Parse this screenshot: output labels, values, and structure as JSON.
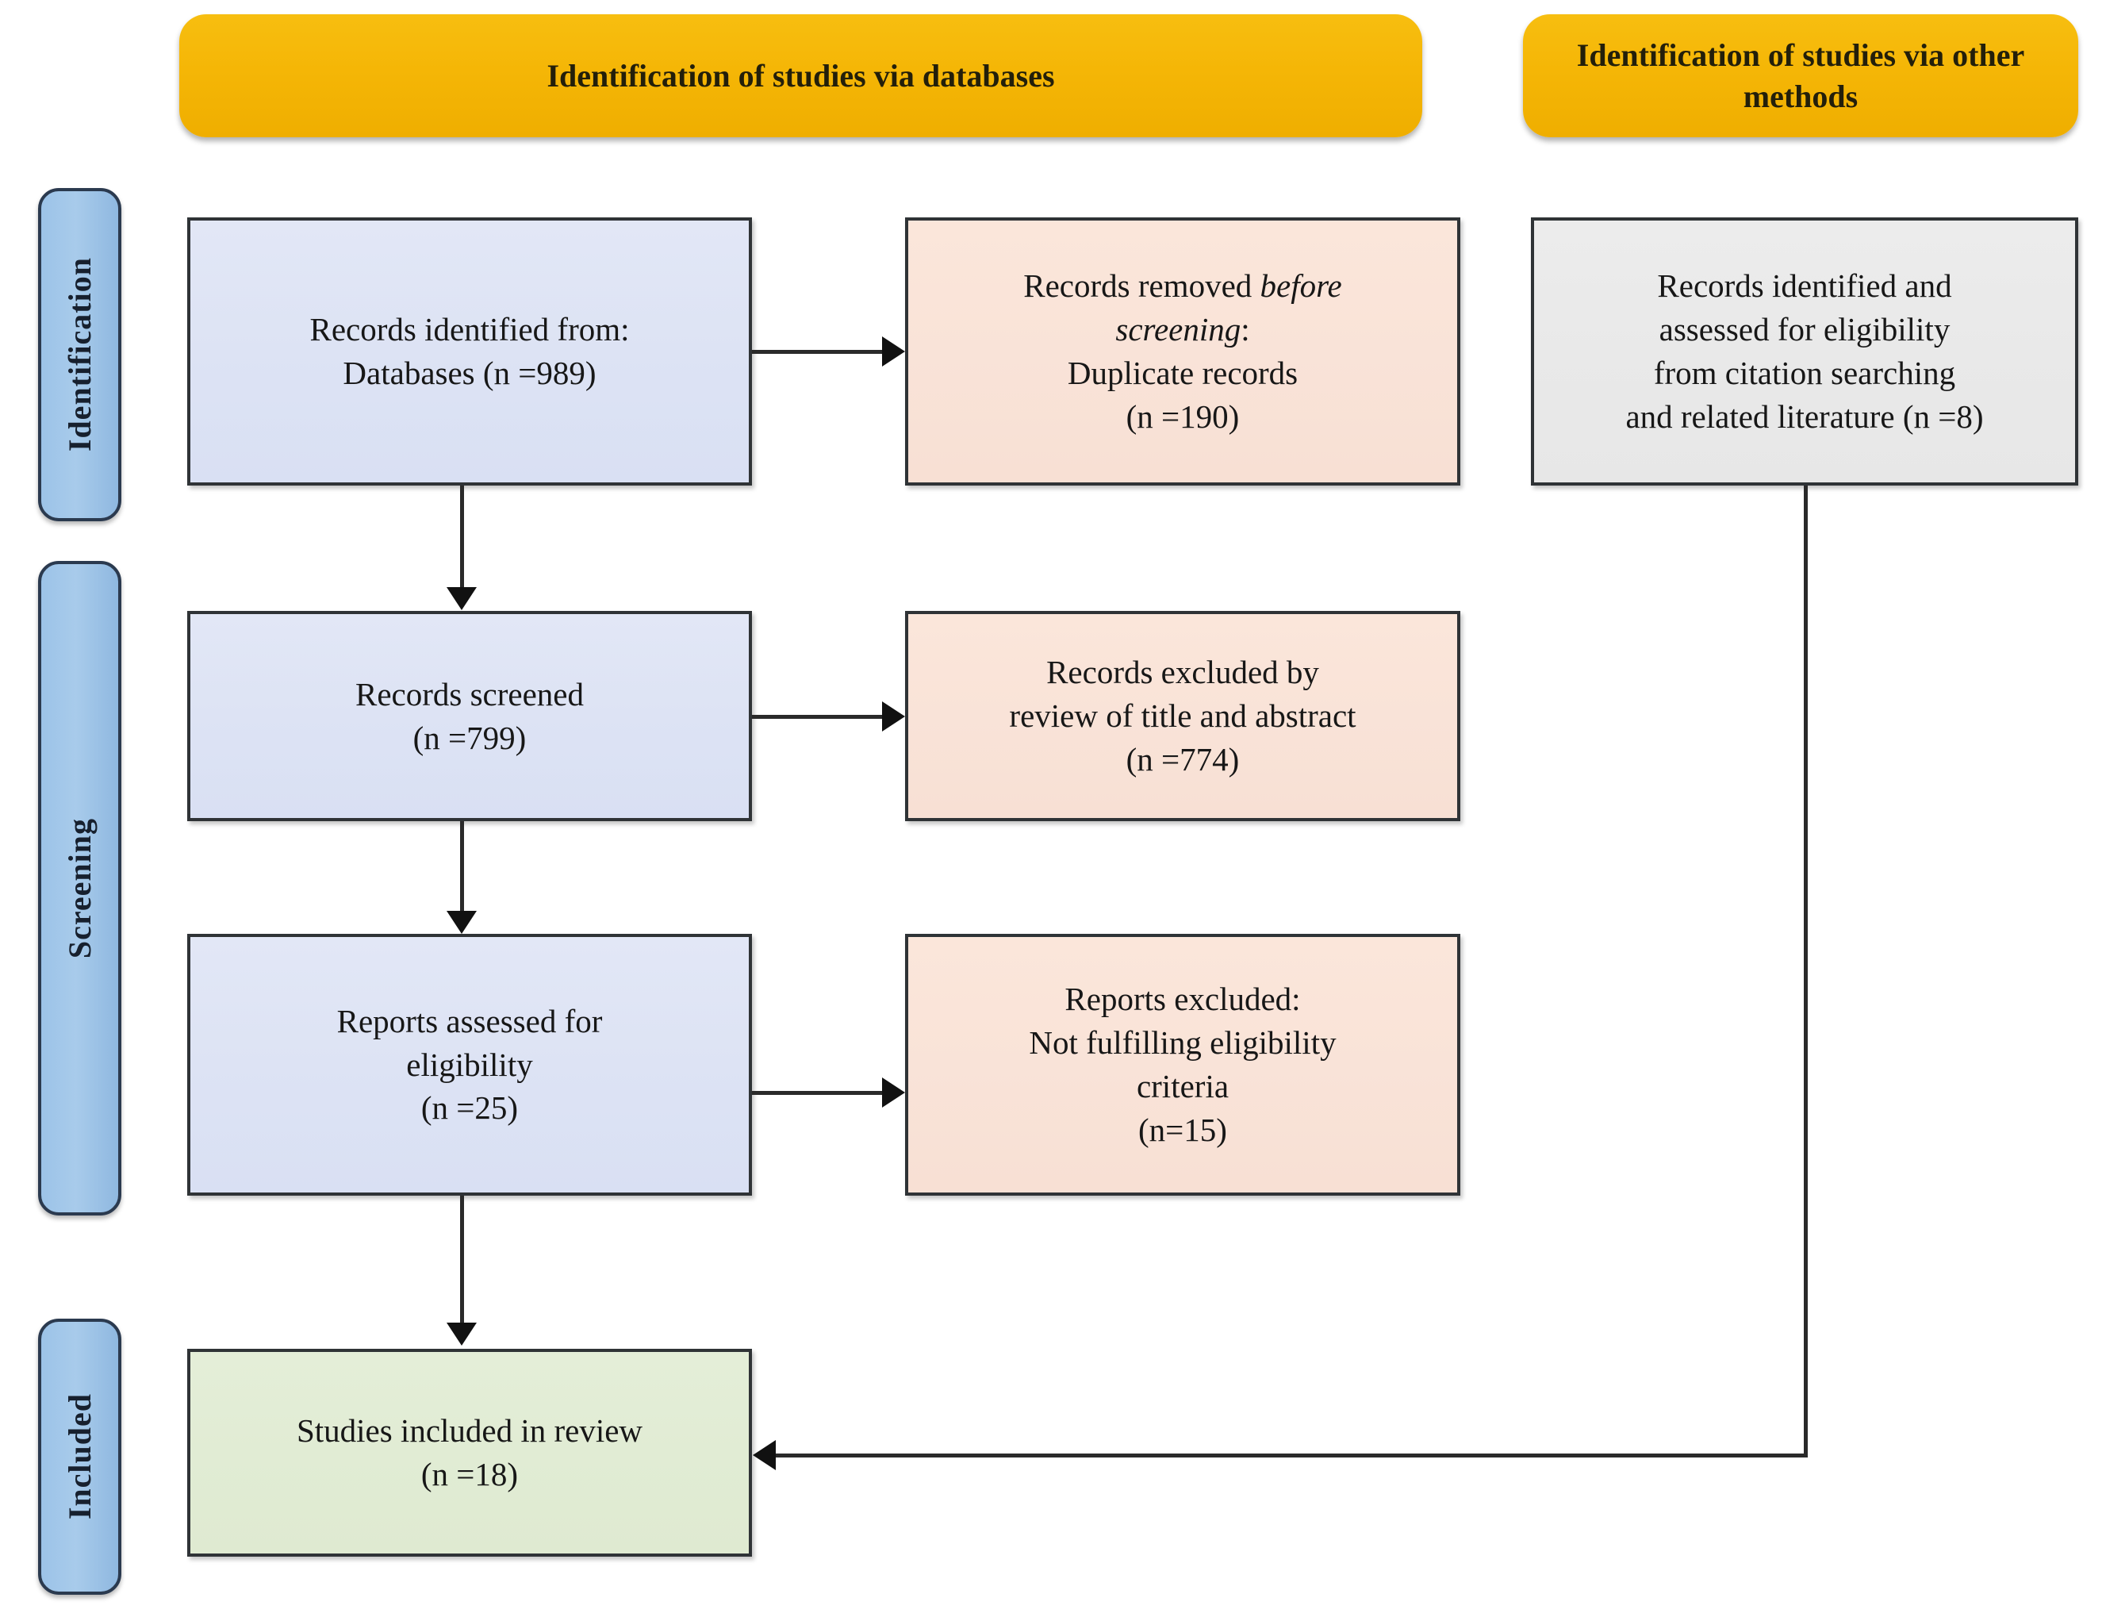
{
  "diagram": {
    "title": "PRISMA flow diagram",
    "banners": [
      {
        "id": "databases",
        "label": "Identification of studies via databases"
      },
      {
        "id": "other-methods",
        "label": "Identification of studies via other methods"
      }
    ],
    "phases": [
      {
        "id": "identification",
        "label": "Identification"
      },
      {
        "id": "screening",
        "label": "Screening"
      },
      {
        "id": "included",
        "label": "Included"
      }
    ],
    "nodes": {
      "records_identified": {
        "id": "records-identified",
        "line1": "Records identified from:",
        "line2": "Databases (n =989)",
        "n": 989,
        "fill": "#dde3f4"
      },
      "records_removed": {
        "id": "records-removed",
        "line1": "Records removed ",
        "italic1": "before",
        "italic2": "screening",
        "line2": ":",
        "line3": "Duplicate records",
        "line4": "(n =190)",
        "n": 190,
        "fill": "#f9e3d8"
      },
      "records_other": {
        "id": "records-identified-other",
        "line1": "Records identified and",
        "line2": "assessed for eligibility",
        "line3": "from citation searching",
        "line4": "and related literature (n =8)",
        "n": 8,
        "fill": "#e9e9e9"
      },
      "records_screened": {
        "id": "records-screened",
        "line1": "Records screened",
        "line2": "(n =799)",
        "n": 799,
        "fill": "#dde3f4"
      },
      "records_excluded": {
        "id": "records-excluded",
        "line1": "Records excluded by",
        "line2": "review of title and abstract",
        "line3": "(n =774)",
        "n": 774,
        "fill": "#f9e3d8"
      },
      "reports_assessed": {
        "id": "reports-assessed",
        "line1": "Reports assessed for",
        "line2": "eligibility",
        "line3": "(n =25)",
        "n": 25,
        "fill": "#dde3f4"
      },
      "reports_excluded": {
        "id": "reports-excluded",
        "line1": "Reports excluded:",
        "line2": "Not fulfilling eligibility",
        "line3": "criteria",
        "line4": "(n=15)",
        "n": 15,
        "fill": "#f9e3d8"
      },
      "studies_included": {
        "id": "studies-included",
        "line1": "Studies included in review",
        "line2": "(n =18)",
        "n": 18,
        "fill": "#dfead1"
      }
    },
    "colors": {
      "banner": "#F5B606",
      "phase_bar": "#9cc3e8",
      "identification_box": "#dde3f4",
      "excluded_box": "#f9e3d8",
      "other_methods_box": "#e9e9e9",
      "included_box": "#dfead1",
      "connector": "#2a2a2a"
    }
  }
}
